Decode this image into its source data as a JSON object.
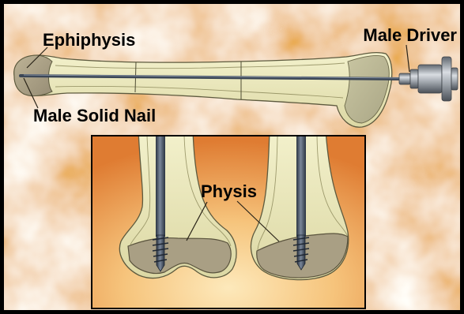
{
  "labels": {
    "epiphysis": "Ephiphysis",
    "male_driver": "Male Driver",
    "male_solid_nail": "Male Solid Nail",
    "physis": "Physis"
  },
  "colors": {
    "background_orange": "#e08a3e",
    "background_cream": "#f6dcbc",
    "bone": "#ecead0",
    "epiphysis_gray": "#a99f84",
    "nail": "#3b4656",
    "border": "#000000"
  }
}
